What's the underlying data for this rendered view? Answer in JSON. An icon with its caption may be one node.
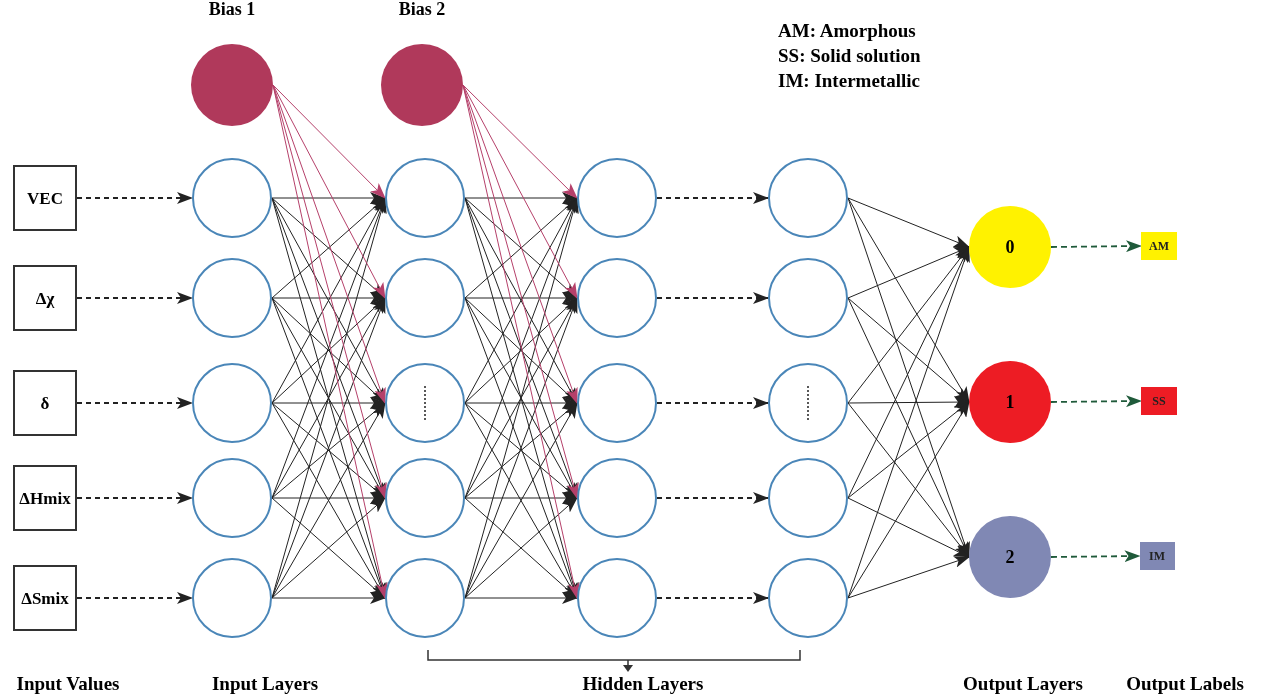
{
  "diagram": {
    "nodes": [
      {
        "text": [
          "VEC"
        ]
      },
      {
        "text": [
          "Δχ"
        ]
      },
      {
        "text": [
          "δ"
        ]
      },
      {
        "text": [
          "ΔHmix"
        ]
      },
      {
        "text": [
          "ΔSmix"
        ]
      },
      {
        "text": [
          "Bias 1"
        ]
      },
      {
        "text": [
          "Bias 2"
        ]
      },
      {
        "text": [],
        "shape": "circle"
      },
      {
        "text": [],
        "shape": "circle"
      },
      {
        "text": [],
        "shape": "circle"
      },
      {
        "text": [],
        "shape": "circle"
      },
      {
        "text": [],
        "shape": "circle"
      },
      {
        "text": [],
        "shape": "circle"
      },
      {
        "text": [],
        "shape": "circle"
      },
      {
        "text": [],
        "shape": "circle"
      },
      {
        "text": [],
        "shape": "circle"
      },
      {
        "text": [],
        "shape": "circle"
      },
      {
        "text": [],
        "shape": "circle"
      },
      {
        "text": [],
        "shape": "circle"
      },
      {
        "text": [],
        "shape": "circle"
      },
      {
        "text": [],
        "shape": "circle"
      },
      {
        "text": [],
        "shape": "circle"
      },
      {
        "text": [],
        "shape": "circle"
      },
      {
        "text": [],
        "shape": "circle"
      },
      {
        "text": [],
        "shape": "circle"
      },
      {
        "text": [],
        "shape": "circle"
      },
      {
        "text": [],
        "shape": "circle"
      },
      {
        "text": [
          "0"
        ]
      },
      {
        "text": [
          "1"
        ]
      },
      {
        "text": [
          "2"
        ]
      },
      {
        "text": [
          "AM"
        ]
      },
      {
        "text": [
          "SS"
        ]
      },
      {
        "text": [
          "IM"
        ]
      }
    ],
    "edges": [
      {
        "from": 0,
        "to": 7,
        "arrow": "to",
        "style": "dashed"
      },
      {
        "from": 1,
        "to": 8,
        "arrow": "to",
        "style": "dashed"
      },
      {
        "from": 2,
        "to": 9,
        "arrow": "to",
        "style": "dashed"
      },
      {
        "from": 3,
        "to": 10,
        "arrow": "to",
        "style": "dashed"
      },
      {
        "from": 4,
        "to": 11,
        "arrow": "to",
        "style": "dashed"
      },
      {
        "from": 7,
        "to": 12,
        "arrow": "to"
      },
      {
        "from": 7,
        "to": 13,
        "arrow": "to"
      },
      {
        "from": 7,
        "to": 14,
        "arrow": "to"
      },
      {
        "from": 7,
        "to": 15,
        "arrow": "to"
      },
      {
        "from": 7,
        "to": 16,
        "arrow": "to"
      },
      {
        "from": 8,
        "to": 12,
        "arrow": "to"
      },
      {
        "from": 8,
        "to": 13,
        "arrow": "to"
      },
      {
        "from": 8,
        "to": 14,
        "arrow": "to"
      },
      {
        "from": 8,
        "to": 15,
        "arrow": "to"
      },
      {
        "from": 8,
        "to": 16,
        "arrow": "to"
      },
      {
        "from": 9,
        "to": 12,
        "arrow": "to"
      },
      {
        "from": 9,
        "to": 13,
        "arrow": "to"
      },
      {
        "from": 9,
        "to": 14,
        "arrow": "to"
      },
      {
        "from": 9,
        "to": 15,
        "arrow": "to"
      },
      {
        "from": 9,
        "to": 16,
        "arrow": "to"
      },
      {
        "from": 10,
        "to": 12,
        "arrow": "to"
      },
      {
        "from": 10,
        "to": 13,
        "arrow": "to"
      },
      {
        "from": 10,
        "to": 14,
        "arrow": "to"
      },
      {
        "from": 10,
        "to": 15,
        "arrow": "to"
      },
      {
        "from": 10,
        "to": 16,
        "arrow": "to"
      },
      {
        "from": 11,
        "to": 12,
        "arrow": "to"
      },
      {
        "from": 11,
        "to": 13,
        "arrow": "to"
      },
      {
        "from": 11,
        "to": 14,
        "arrow": "to"
      },
      {
        "from": 11,
        "to": 15,
        "arrow": "to"
      },
      {
        "from": 11,
        "to": 16,
        "arrow": "to"
      },
      {
        "from": 5,
        "to": 12,
        "arrow": "to",
        "color": "#b5406a"
      },
      {
        "from": 5,
        "to": 13,
        "arrow": "to",
        "color": "#b5406a"
      },
      {
        "from": 5,
        "to": 14,
        "arrow": "to",
        "color": "#b5406a"
      },
      {
        "from": 5,
        "to": 15,
        "arrow": "to",
        "color": "#b5406a"
      },
      {
        "from": 5,
        "to": 16,
        "arrow": "to",
        "color": "#b5406a"
      },
      {
        "from": 12,
        "to": 17,
        "arrow": "to"
      },
      {
        "from": 12,
        "to": 18,
        "arrow": "to"
      },
      {
        "from": 12,
        "to": 19,
        "arrow": "to"
      },
      {
        "from": 12,
        "to": 20,
        "arrow": "to"
      },
      {
        "from": 12,
        "to": 21,
        "arrow": "to"
      },
      {
        "from": 13,
        "to": 17,
        "arrow": "to"
      },
      {
        "from": 13,
        "to": 18,
        "arrow": "to"
      },
      {
        "from": 13,
        "to": 19,
        "arrow": "to"
      },
      {
        "from": 13,
        "to": 20,
        "arrow": "to"
      },
      {
        "from": 13,
        "to": 21,
        "arrow": "to"
      },
      {
        "from": 14,
        "to": 17,
        "arrow": "to"
      },
      {
        "from": 14,
        "to": 18,
        "arrow": "to"
      },
      {
        "from": 14,
        "to": 19,
        "arrow": "to"
      },
      {
        "from": 14,
        "to": 20,
        "arrow": "to"
      },
      {
        "from": 14,
        "to": 21,
        "arrow": "to"
      },
      {
        "from": 15,
        "to": 17,
        "arrow": "to"
      },
      {
        "from": 15,
        "to": 18,
        "arrow": "to"
      },
      {
        "from": 15,
        "to": 19,
        "arrow": "to"
      },
      {
        "from": 15,
        "to": 20,
        "arrow": "to"
      },
      {
        "from": 15,
        "to": 21,
        "arrow": "to"
      },
      {
        "from": 16,
        "to": 17,
        "arrow": "to"
      },
      {
        "from": 16,
        "to": 18,
        "arrow": "to"
      },
      {
        "from": 16,
        "to": 19,
        "arrow": "to"
      },
      {
        "from": 16,
        "to": 20,
        "arrow": "to"
      },
      {
        "from": 16,
        "to": 21,
        "arrow": "to"
      },
      {
        "from": 6,
        "to": 17,
        "arrow": "to",
        "color": "#b5406a"
      },
      {
        "from": 6,
        "to": 18,
        "arrow": "to",
        "color": "#b5406a"
      },
      {
        "from": 6,
        "to": 19,
        "arrow": "to",
        "color": "#b5406a"
      },
      {
        "from": 6,
        "to": 20,
        "arrow": "to",
        "color": "#b5406a"
      },
      {
        "from": 6,
        "to": 21,
        "arrow": "to",
        "color": "#b5406a"
      },
      {
        "from": 17,
        "to": 22,
        "arrow": "to",
        "style": "dashed"
      },
      {
        "from": 18,
        "to": 23,
        "arrow": "to",
        "style": "dashed"
      },
      {
        "from": 19,
        "to": 24,
        "arrow": "to",
        "style": "dashed"
      },
      {
        "from": 20,
        "to": 25,
        "arrow": "to",
        "style": "dashed"
      },
      {
        "from": 21,
        "to": 26,
        "arrow": "to",
        "style": "dashed"
      },
      {
        "from": 22,
        "to": 27,
        "arrow": "to"
      },
      {
        "from": 22,
        "to": 28,
        "arrow": "to"
      },
      {
        "from": 22,
        "to": 29,
        "arrow": "to"
      },
      {
        "from": 23,
        "to": 27,
        "arrow": "to"
      },
      {
        "from": 23,
        "to": 28,
        "arrow": "to"
      },
      {
        "from": 23,
        "to": 29,
        "arrow": "to"
      },
      {
        "from": 24,
        "to": 27,
        "arrow": "to"
      },
      {
        "from": 24,
        "to": 28,
        "arrow": "to"
      },
      {
        "from": 24,
        "to": 29,
        "arrow": "to"
      },
      {
        "from": 25,
        "to": 27,
        "arrow": "to"
      },
      {
        "from": 25,
        "to": 28,
        "arrow": "to"
      },
      {
        "from": 25,
        "to": 29,
        "arrow": "to"
      },
      {
        "from": 26,
        "to": 27,
        "arrow": "to"
      },
      {
        "from": 26,
        "to": 28,
        "arrow": "to"
      },
      {
        "from": 26,
        "to": 29,
        "arrow": "to"
      },
      {
        "from": 27,
        "to": 30,
        "arrow": "to",
        "style": "dashed",
        "color": "#1f5a3a"
      },
      {
        "from": 28,
        "to": 31,
        "arrow": "to",
        "style": "dashed",
        "color": "#1f5a3a"
      },
      {
        "from": 29,
        "to": 32,
        "arrow": "to",
        "style": "dashed",
        "color": "#1f5a3a"
      }
    ],
    "labels": [
      "AM: Amorphous",
      "SS: Solid solution",
      "IM: Intermetallic",
      "Input Values",
      "Input Layers",
      "Hidden Layers",
      "Output Layers",
      "Output Labels"
    ]
  }
}
